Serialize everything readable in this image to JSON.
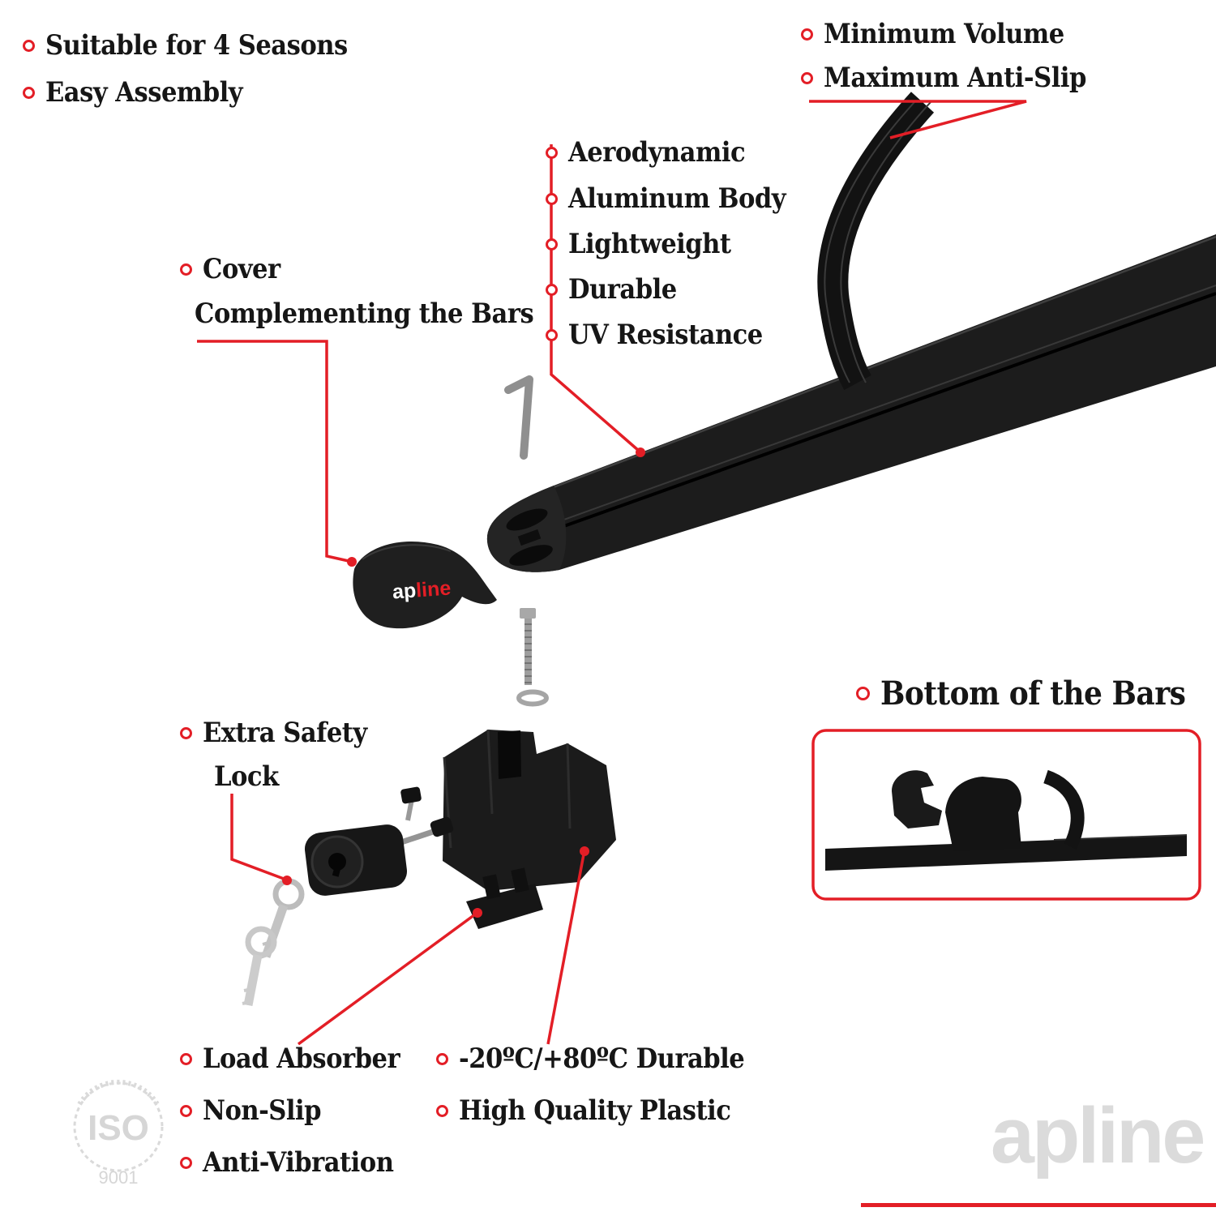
{
  "accent": "#e31e26",
  "top_left_features": {
    "items": [
      "Suitable for 4 Seasons",
      "Easy Assembly"
    ]
  },
  "top_right_features": {
    "items": [
      "Minimum Volume",
      "Maximum Anti-Slip"
    ]
  },
  "bar_features": {
    "items": [
      "Aerodynamic",
      "Aluminum Body",
      "Lightweight",
      "Durable",
      "UV Resistance"
    ]
  },
  "cover_label": {
    "line1": "Cover",
    "line2": "Complementing the Bars"
  },
  "safety_label": {
    "line1": "Extra Safety",
    "line2": "Lock"
  },
  "bottom_bars_label": "Bottom of the Bars",
  "base_features": {
    "items": [
      "Load Absorber",
      "Non-Slip",
      "Anti-Vibration"
    ]
  },
  "material_features": {
    "items": [
      "-20ºC/+80ºC Durable",
      "High Quality Plastic"
    ]
  },
  "cover_logo": {
    "prefix": "ap",
    "suffix": "line"
  },
  "watermark": {
    "brand": "apline",
    "iso_title": "ISO",
    "iso_number": "9001"
  }
}
